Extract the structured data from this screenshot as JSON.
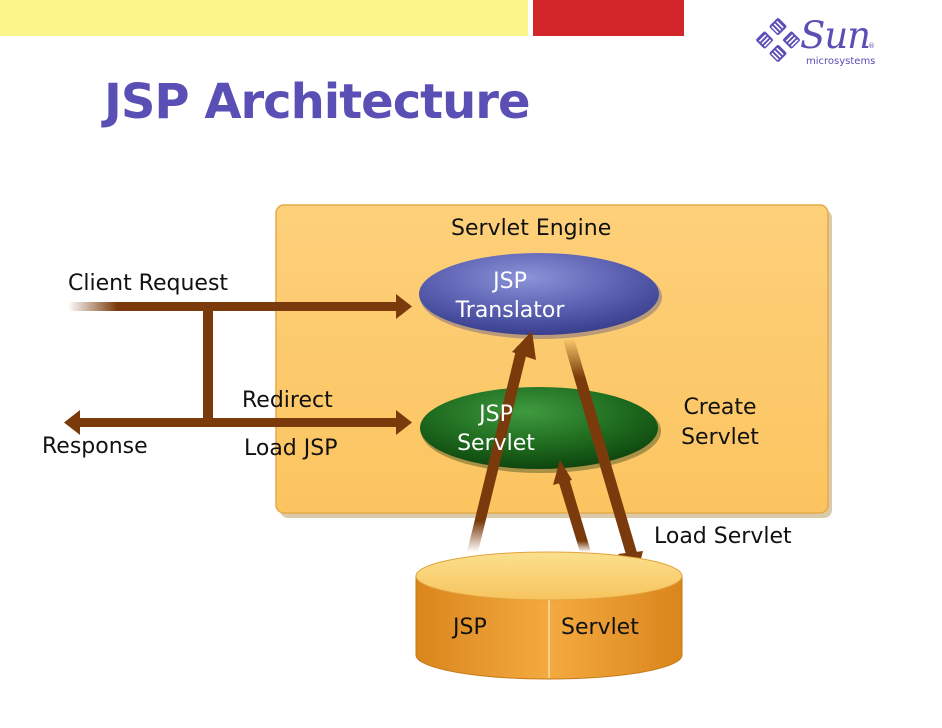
{
  "slide": {
    "title": "JSP Architecture",
    "logo": {
      "word": "Sun",
      "sub": "microsystems",
      "reg": "®"
    }
  },
  "diagram": {
    "engine_label": "Servlet Engine",
    "client_request": "Client Request",
    "response": "Response",
    "redirect": "Redirect",
    "load_jsp": "Load JSP",
    "translator": {
      "line1": "JSP",
      "line2": "Translator"
    },
    "servlet": {
      "line1": "JSP",
      "line2": "Servlet"
    },
    "create_servlet": {
      "line1": "Create",
      "line2": "Servlet"
    },
    "load_servlet": "Load Servlet",
    "storage": {
      "left": "JSP",
      "right": "Servlet"
    }
  },
  "colors": {
    "title": "#5a4fb5",
    "engine_box": "#fdca6a",
    "arrow": "#7a3a0b",
    "translator": "#5a5fb0",
    "servlet_ellipse": "#1e6b1e",
    "cylinder": "#f2a33a",
    "bar_yellow": "#fbf58a",
    "bar_red": "#d3262a"
  }
}
